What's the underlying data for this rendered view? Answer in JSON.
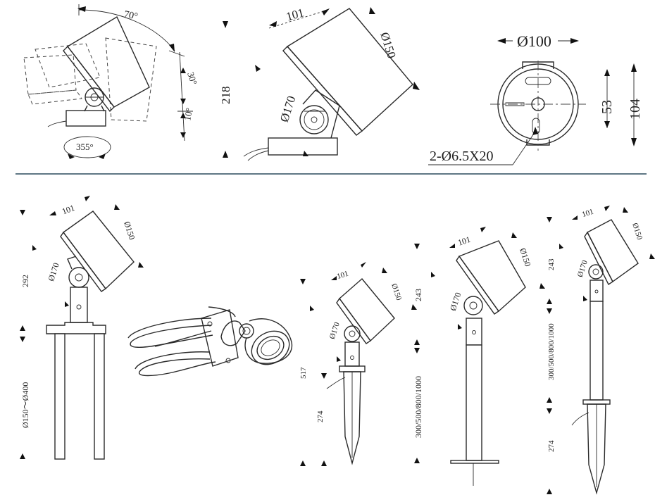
{
  "colors": {
    "line": "#2a2a2a",
    "divider": "#5f7784",
    "background": "#ffffff"
  },
  "top": {
    "rotation": {
      "angle_tilt": "70°",
      "angle_up": "30°",
      "angle_down": "10°",
      "angle_pan": "355°"
    },
    "side_view": {
      "width": "101",
      "diameter": "Ø150",
      "height": "218",
      "base_diameter": "Ø170"
    },
    "front_view": {
      "diameter": "Ø100",
      "dim_small": "53",
      "dim_large": "104",
      "slot": "2-Ø6.5X20"
    }
  },
  "bottom": {
    "bracket_mount": {
      "width": "101",
      "diameter": "Ø150",
      "height": "292",
      "base_diameter": "Ø170",
      "range": "Ø150～Ø400"
    },
    "spike_short": {
      "width": "101",
      "diameter": "Ø150",
      "base_diameter": "Ø170",
      "total": "517",
      "spike": "274"
    },
    "pole_mount": {
      "width": "101",
      "diameter": "Ø150",
      "height": "243",
      "base_diameter": "Ø170",
      "lengths": "300/500/800/1000"
    },
    "pole_spike": {
      "width": "101",
      "diameter": "Ø150",
      "height": "243",
      "base_diameter": "Ø170",
      "lengths": "300/500/800/1000",
      "spike": "274"
    }
  }
}
